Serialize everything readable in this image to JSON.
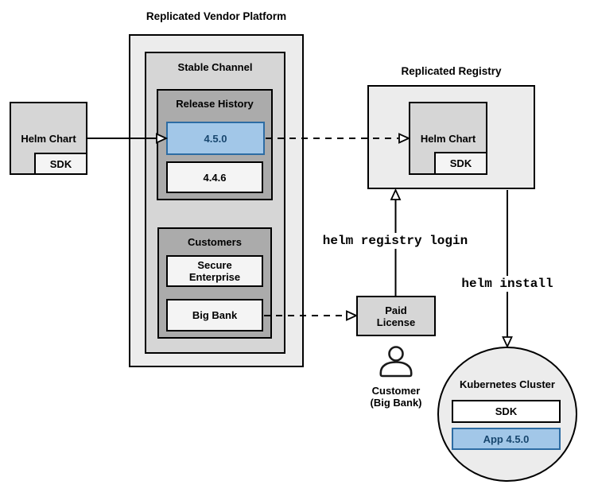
{
  "colors": {
    "accent_fill": "#a2c7e8",
    "accent_border": "#2d6ca3",
    "accent_text": "#17466e",
    "container_light": "#ececec",
    "container_mid": "#d6d6d6",
    "container_dark": "#ababab"
  },
  "vendor_platform": {
    "title": "Replicated Vendor Platform"
  },
  "stable_channel": {
    "title": "Stable Channel"
  },
  "release_history": {
    "title": "Release History",
    "releases": [
      {
        "version": "4.5.0",
        "highlighted": true
      },
      {
        "version": "4.4.6",
        "highlighted": false
      }
    ]
  },
  "customers": {
    "title": "Customers",
    "items": [
      {
        "name": "Secure Enterprise"
      },
      {
        "name": "Big Bank"
      }
    ]
  },
  "source_chart": {
    "label": "Helm Chart",
    "sdk_label": "SDK"
  },
  "registry": {
    "title": "Replicated Registry",
    "chart_label": "Helm Chart",
    "sdk_label": "SDK"
  },
  "paid_license": {
    "label": "Paid License"
  },
  "customer_actor": {
    "line1": "Customer",
    "line2": "(Big Bank)"
  },
  "commands": {
    "registry_login": "helm registry login",
    "install": "helm install"
  },
  "kubernetes": {
    "title": "Kubernetes Cluster",
    "sdk_label": "SDK",
    "app_label": "App 4.5.0"
  }
}
